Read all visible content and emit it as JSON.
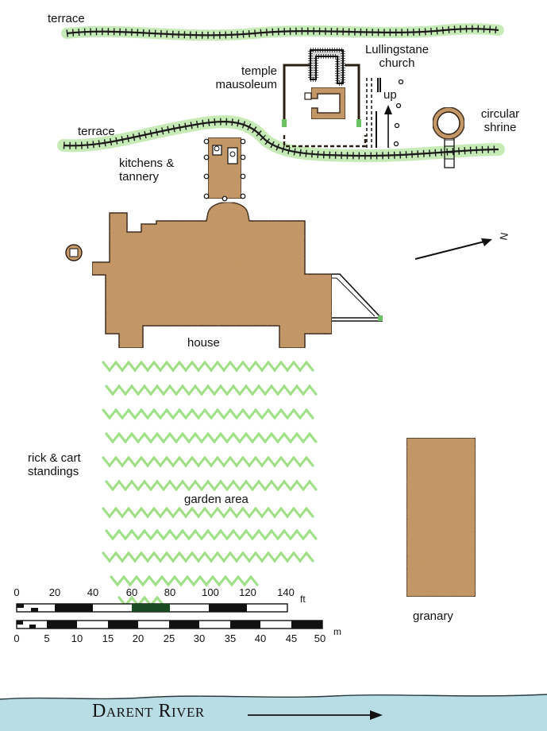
{
  "labels": {
    "terrace_top": "terrace",
    "terrace_mid": "terrace",
    "temple_mausoleum": "temple mausoleum",
    "lullingstane_church": "Lullingstane church",
    "up": "up",
    "circular_shrine": "circular shrine",
    "kitchens_tannery": "kitchens & tannery",
    "north": "N",
    "house": "house",
    "rick_cart": "rick & cart standings",
    "garden": "garden area",
    "granary": "granary",
    "river": "Darent River"
  },
  "scale": {
    "feet_unit": "ft",
    "feet_ticks": [
      "0",
      "20",
      "40",
      "60",
      "80",
      "100",
      "120",
      "140"
    ],
    "metre_unit": "m",
    "metre_ticks": [
      "0",
      "5",
      "10",
      "15",
      "20",
      "25",
      "30",
      "35",
      "40",
      "45",
      "50"
    ]
  },
  "colors": {
    "building": "#c79a68",
    "building_outline": "#2a1d12",
    "vegetation": "#8fdc74",
    "river": "#b8dde4",
    "ink": "#111111"
  }
}
